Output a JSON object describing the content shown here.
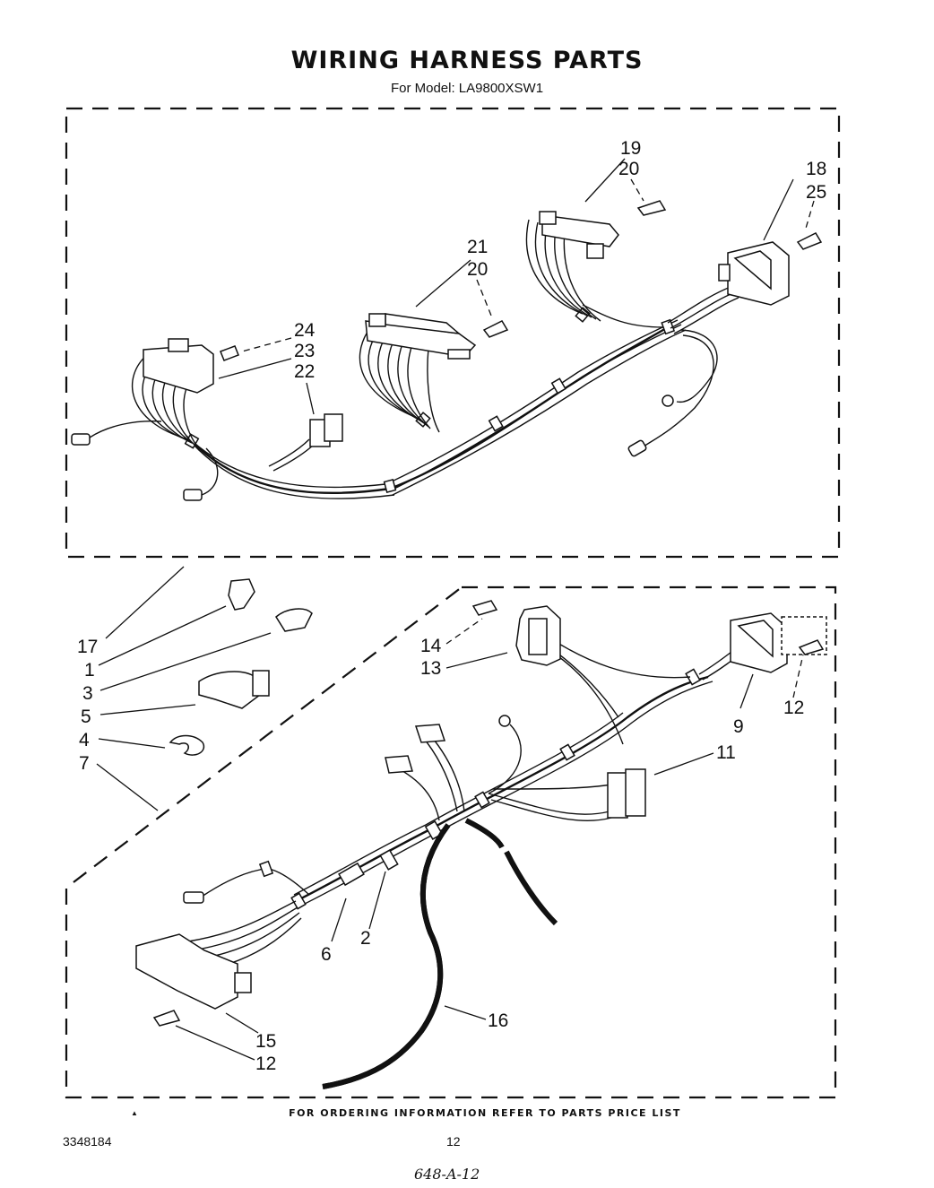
{
  "header": {
    "title": "WIRING HARNESS PARTS",
    "subtitle": "For Model: LA9800XSW1"
  },
  "callouts": {
    "upper": [
      "19",
      "20",
      "18",
      "25",
      "21",
      "20",
      "24",
      "23",
      "22"
    ],
    "lower": [
      "17",
      "1",
      "3",
      "5",
      "4",
      "7",
      "14",
      "13",
      "12",
      "9",
      "11",
      "6",
      "2",
      "16",
      "15",
      "12"
    ]
  },
  "footer": {
    "bullet": "▲",
    "note": "FOR ORDERING INFORMATION REFER TO PARTS PRICE LIST",
    "doc_number": "3348184",
    "page_number": "12",
    "handwritten": "648-A-12"
  }
}
